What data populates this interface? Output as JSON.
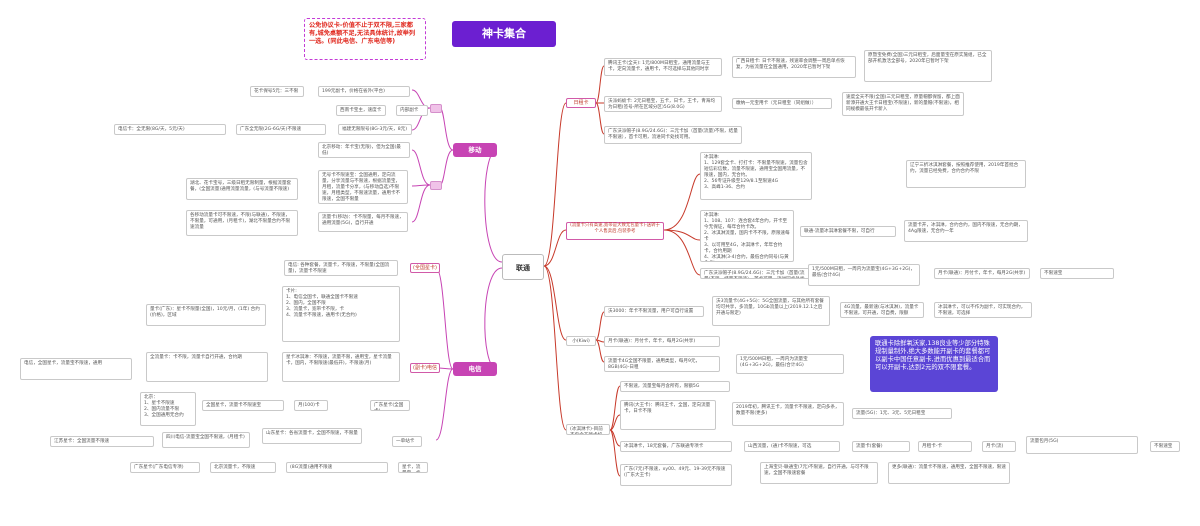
{
  "title": "神卡集合",
  "notice": "公免协议卡-价值不止于双不限,三家都有,城免桌额不足,无法具体统计,故举列一选。(同此电信、广东电信等)",
  "root": "联通",
  "branch_mobile": "移动",
  "branch_telecom": "电信",
  "highlight": "联通卡除鲜氧沃家,138良业等少部分特殊规制量制外,绝大多数能开副卡的套餐都可以副卡中国任意副卡,进而优惠到最适合而可以开副卡,达到2元的双不限套餐。",
  "unicom": {
    "cat_rikang": "日租卡",
    "cat_tea": "(流量卡只有高速,宽带是大致无包量卡)-送转于个人售卖后,包装参考",
    "cat_kiwi": "小(Kiwi)",
    "cat_flow": "(冰淇淋卡)-目前不包含非新卡机",
    "rk1": "腾讯王卡(全天): 1元/800M日租宝，通用流量与王卡，定向流量卡，通用卡，不可选择与其他同时享",
    "rk1b": "广西日租卡: 日卡不限速，残速率会调整一周后单点恢复，为省流量在全国通用，2020年已暂时下架",
    "rk1c": "原暨宝免费(全国)三元日租宝，后面量宝在原实施组，已全部开机激活全部号，2020年已暂时下架",
    "rk2": "沃派蚂蚁卡: 2元日租宝，五卡，日卡，王卡，青海均为日租(签号-所在区域分区)5G(8.0G)",
    "rk2b": "缴纳一元宝用卡（元日租宝（同组做））",
    "rk2c": "速度全天不限(全国)三元日租宝，原量帽都保留，都上面新添开通大王卡日租宝(不限速)，新的量帽(不限速)，相同规模最低开卡新入",
    "rk3": "广东沃派帽子(8.9G/24.6G)：三元卡加（首量(流量)不限，结量不限速），首卡可用，流进同卡处找可用。",
    "tea": "冰淇淋:\n1、129套全卡、打打卡：不限量不限速，流量包含短信彩信数，流量不限速，通用宝全国用流量，不限速，国内，无合约。\n2、56专证升级至129/8.1至限速4G\n3、高峰1-36、合约",
    "tea2": "辽宁三折冰淇淋套餐，按照推荐使用，2019年首批合约，流量已经免费，合约合约不限",
    "tea3": "冰淇淋:\n1、108、107：连合套4年合约，开卡至今无保证，每年合约卡改。\n2、冰淇淋流量，国内卡不不限，原限速每卡\n3、以可用至4G，冰淇淋卡，年年合约卡，合约用期\n4、冰淇淋(3-4)合约，最低合约同号(与黄金卡)",
    "tea3b": "联通-流量冰淇淋套餐不限，可自行",
    "tea3c": "流量卡开，冰淇淋，合约合约，国内不限速，无合约期，4Ag限速，无合约一年",
    "kiwi1": "沃3000：年卡不限流量，用户可自行设置",
    "kiwi1b": "沃3流量卡(4G+5G)：5G全国流量，与其他所有套餐均可共享，多流量，10Gb流量以上(2019.12.1之后开通与限定)",
    "kiwi1c": "4G流量，最新速(与冰淇淋)，流量卡不限速，可开通，可自费，限额",
    "kiwi1d": "冰淇淋卡，可以不作为副卡，可实现合约，不限速，可选择",
    "kiwi2": "月卡(联通)：月付卡，年卡，每月2G(共享)",
    "kiwi3": "流量卡4G全国不限量，通用类型，每月9元，8GB(4G)-日租",
    "kiwi3b": "1元/500M日租，一周内为流量宝(4G+3G+2G)，最低(合计4G)",
    "flow1": "不限速，流量宝每月含所有，限额5G",
    "flow2": "腾讯(大王卡)：腾讯王卡，全国，定向流量卡，日卡不限",
    "flow2b": "2019年初，腾讯王卡，流量卡不限速，定向多条，数量不限(更多)",
    "flow2c": "流量(5G)：1元、3元、5元日租宝",
    "flow3": "冰淇淋卡，18元套餐，广东联通专项卡",
    "flow3b": "山西流量，(通)卡不限速，可选",
    "flow3c": "流量卡(套餐)",
    "flow3d": "月租卡-卡",
    "flow3e": "月卡(流)",
    "flow3f": "流量包月(5G)",
    "flow3g": "不限速宝",
    "flow4": "广东(7元)不限速，xy00、49元、19-39元不限速(广东大王卡)",
    "flow4b": "上海宝贝-联通宝(7元)不限速，自行开通，与可不限速，全国不限速套餐",
    "flow4c": "更多(联通)：流量卡不限速，通用宝，全国不限速，限速"
  },
  "mobile": {
    "n1": "花卡保号5元：三不限",
    "n2": "199元副卡，价格在省外(平台)",
    "n3": "西南卡宝主，速度卡",
    "n3b": "内部副卡",
    "n4": "福建无限限号(8G-3元/天，8元)",
    "n4b": "广东全无限(2G-6G/天)不限速",
    "n4c": "电信卡：全无限(8G/天，5元/天)",
    "n5": "北京移动：年卡宝(无限)，但为全国(最低)",
    "n6": "无号卡不限速宝：全国通用，定向流量，分享流量与不限速，根据流量宝，月租，流量卡分享，(与移动自选)不限速，月租类型，不限速流量，通用卡不限速，全国不限量",
    "n6b": "湖北、花卡宝号，三级日租无限制量，根据流量套餐，(全国流量)通用流量流量，(与号流量不限速)",
    "n7": "流量卡(移动)：卡不限量，每月不限速，通用流量(5G)，自行开通",
    "n7b": "各移动流量卡可不限速，不限(与联通)，不限速，不限量，可通用，(月租卡)，湖北不限量合约不限速流量"
  },
  "telecom": {
    "n1": "电信: 各种套餐，流量卡，不限速，不限量(全国流量)，流量卡不限速",
    "lab1": "(全国星卡)",
    "lab2": "(副卡)电信",
    "n2": "卡片:\n1、电信全国卡，联通全国卡不限速\n2、国内，全国不限\n3、流量卡，宽带卡不限，卡\n4、流量卡不限速，通用卡(无合约)",
    "n2b": "量卡(广东)：星卡不限量(全国)，10元/月，(1年) 合约(价格)，区域",
    "n3": "星卡冰淇淋：不限速，流量不限，通用宝，星卡流量卡，国内，不限限速(最低开)，不限速(月)",
    "n3b": "全流量卡：卡不限，流量卡自行开通，合约期",
    "n3c": "电信，全国星卡，流量宝不限速，通用",
    "n4": "北京：\n1、星卡不限速\n2、国内流量不限\n3、全国通用无合约",
    "n5": "全国星卡，流量卡不限速宝",
    "n5b": "月(100)卡",
    "n5c": "广东星卡(全国卡)",
    "n6": "山东星卡：各省流量卡，全国不限速，不限量",
    "n6b": "四川电信-流量宝全国不限速，(月租卡)",
    "n6c": "江苏星卡：全国流量不限速",
    "n6d": "一单站卡",
    "n7": "(8G流量)通用不限速",
    "n7b": "北京流量卡，不限速",
    "n7c": "广东星卡(广东电信专项)",
    "n7d": "星卡，流量宝，卡不限速"
  }
}
